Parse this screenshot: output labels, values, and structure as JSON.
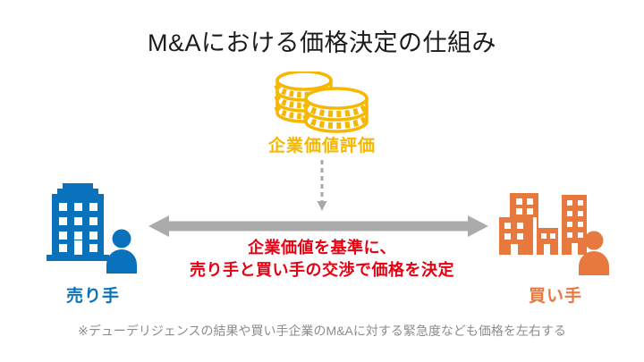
{
  "diagram": {
    "title": "M&Aにおける価格決定の仕組み",
    "valuation_label": "企業価値評価",
    "negotiation_line1": "企業価値を基準に、",
    "negotiation_line2": "売り手と買い手の交渉で価格を決定",
    "seller_label": "売り手",
    "buyer_label": "買い手",
    "footnote": "※デューデリジェンスの結果や買い手企業のM&Aに対する緊急度なども価格を左右する"
  },
  "icons": {
    "coins": "coin-stack-icon",
    "down_dashed_arrow": "dashed-down-arrow-icon",
    "double_arrow": "double-headed-arrow-icon",
    "seller": "office-building-and-person-icon",
    "buyer": "building-cluster-and-person-icon"
  },
  "colors": {
    "gold": "#f5b700",
    "blue": "#0a72bc",
    "orange": "#e8793e",
    "red": "#e60012",
    "arrow_gray": "#ababab",
    "note_gray": "#8c8c8c",
    "title_black": "#1b1b1b",
    "background": "#ffffff"
  }
}
